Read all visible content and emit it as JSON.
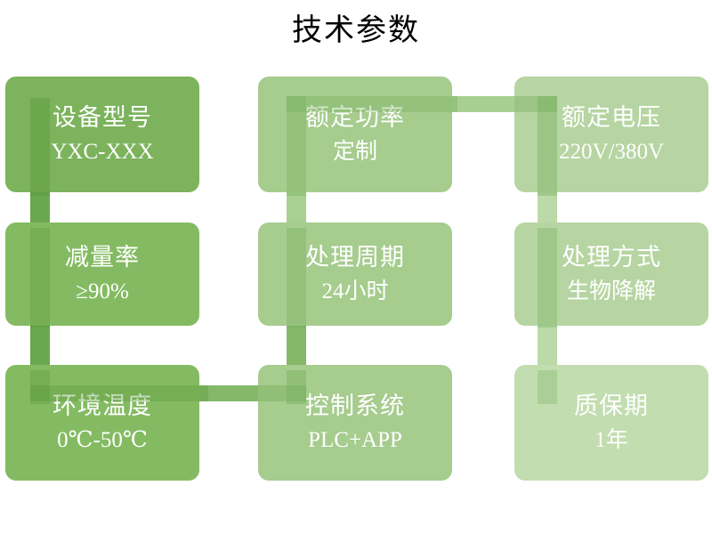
{
  "page": {
    "title": "技术参数",
    "background": "#ffffff"
  },
  "palette": {
    "green_dark": "#6aa84f",
    "green_mid": "#7cb35c",
    "green_base": "#84bb62",
    "green_light": "#a6cc8e",
    "green_lighter": "#b6d5a2",
    "green_palest": "#c2ddb0",
    "text_on_card": "#ffffff",
    "title_color": "#000000"
  },
  "cards": [
    {
      "id": "device-model",
      "title": "设备型号",
      "value": "YXC-XXX"
    },
    {
      "id": "rated-power",
      "title": "额定功率",
      "value": "定制"
    },
    {
      "id": "rated-voltage",
      "title": "额定电压",
      "value": "220V/380V"
    },
    {
      "id": "reduction-rate",
      "title": "减量率",
      "value": "≥90%"
    },
    {
      "id": "treatment-cycle",
      "title": "处理周期",
      "value": "24小时"
    },
    {
      "id": "treatment-method",
      "title": "处理方式",
      "value": "生物降解"
    },
    {
      "id": "ambient-temperature",
      "title": "环境温度",
      "value": "0℃-50℃"
    },
    {
      "id": "control-system",
      "title": "控制系统",
      "value": "PLC+APP"
    },
    {
      "id": "warranty-period",
      "title": "质保期",
      "value": "1年"
    }
  ]
}
